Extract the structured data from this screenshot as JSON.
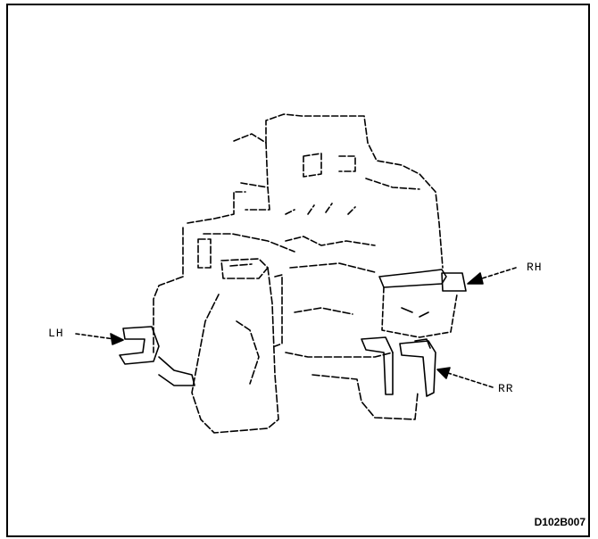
{
  "figure": {
    "labels": {
      "lh": "LH",
      "rh": "RH",
      "rr": "RR"
    },
    "code": "D102B007"
  }
}
